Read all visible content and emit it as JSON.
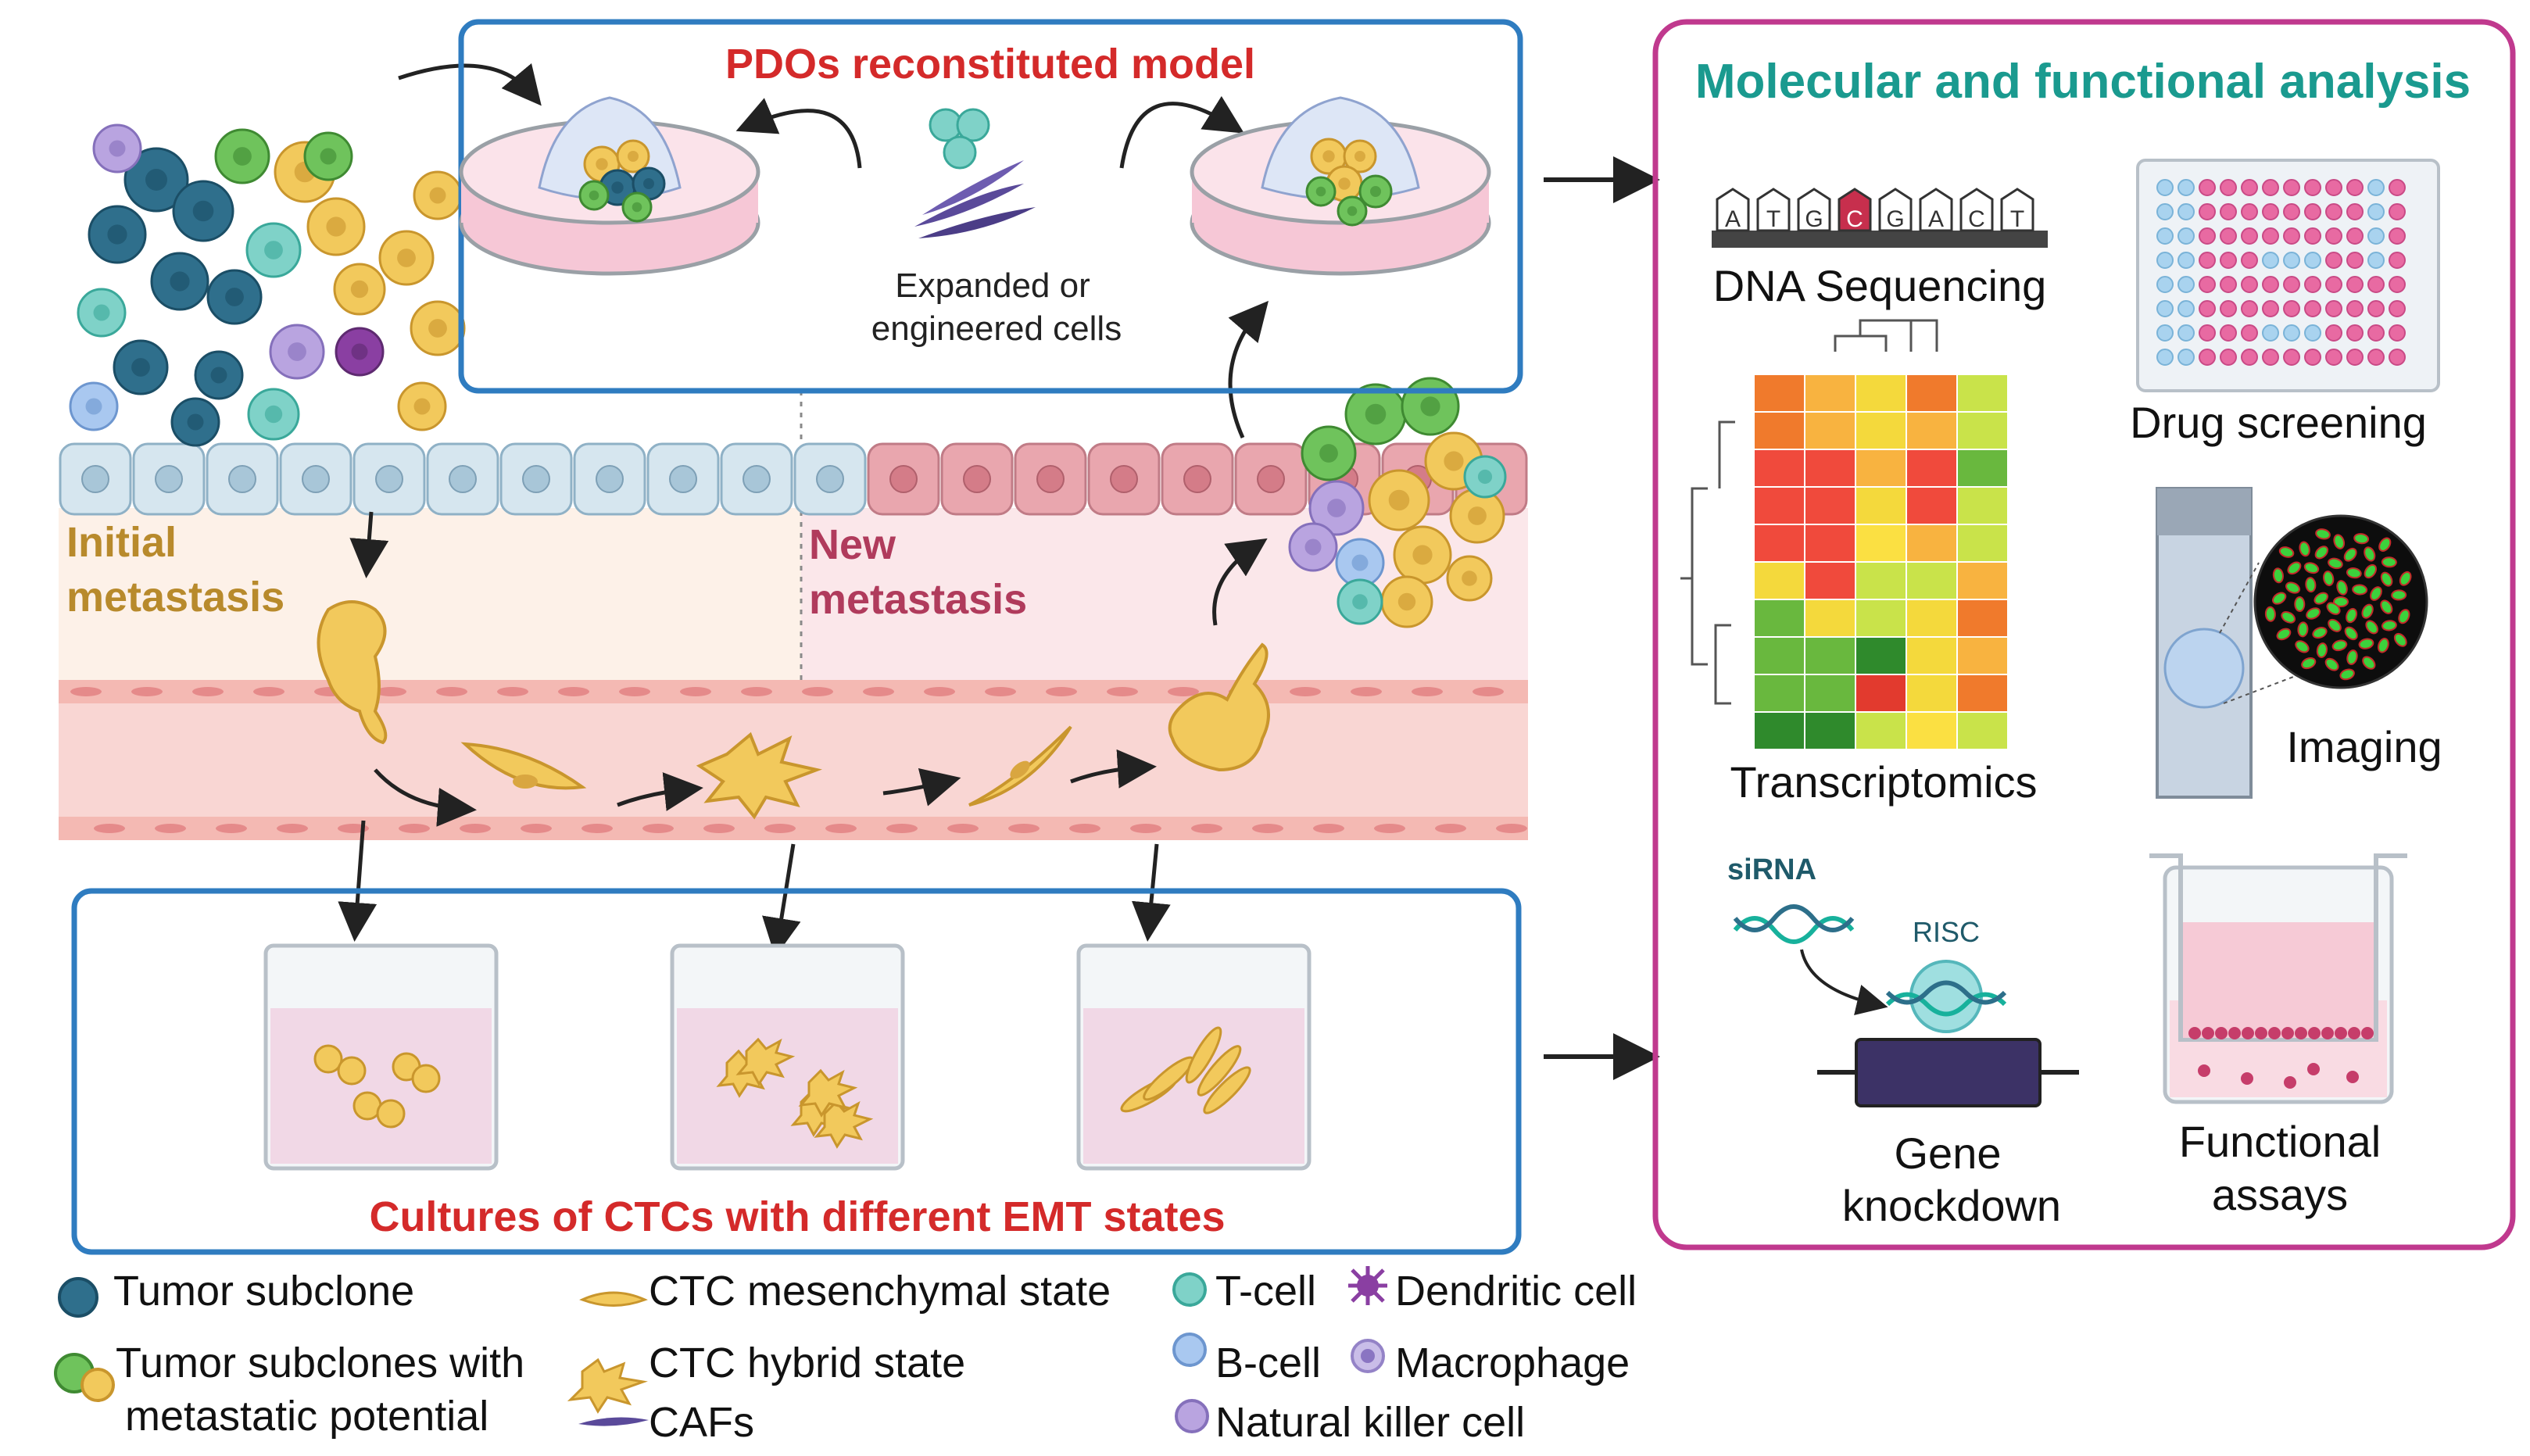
{
  "colors": {
    "blue_box": "#2f7cc0",
    "magenta_box": "#c0398e",
    "red_title": "#d42a2a",
    "teal_title": "#1a9a8f",
    "gold_label": "#b88a2c",
    "rose_label": "#b03b5c",
    "tumor_yellow": "#f2c95c",
    "tumor_blue": "#2f6f8c",
    "tumor_green": "#6fc35c",
    "caf_purple": "#5a4a9a"
  },
  "pdo": {
    "title": "PDOs reconstituted model",
    "cells_line1": "Expanded or",
    "cells_line2": "engineered cells"
  },
  "emt": {
    "initial_line1": "Initial",
    "initial_line2": "metastasis",
    "new_line1": "New",
    "new_line2": "metastasis",
    "cultures_title": "Cultures of  CTCs with different EMT states"
  },
  "analysis": {
    "title": "Molecular and functional analysis",
    "dna_letters": [
      "A",
      "T",
      "G",
      "C",
      "G",
      "A",
      "C",
      "T"
    ],
    "dna_label": "DNA Sequencing",
    "drug_label": "Drug screening",
    "transcriptomics_label": "Transcriptomics",
    "imaging_label": "Imaging",
    "sirna_label": "siRNA",
    "risc_label": "RISC",
    "knockdown_line1": "Gene",
    "knockdown_line2": "knockdown",
    "functional_line1": "Functional",
    "functional_line2": "assays"
  },
  "legend": {
    "tumor_subclone": "Tumor subclone",
    "tumor_metastatic_line1": "Tumor subclones with",
    "tumor_metastatic_line2": "metastatic potential",
    "ctc_mesenchymal": "CTC mesenchymal state",
    "ctc_hybrid": "CTC hybrid state",
    "cafs": "CAFs",
    "t_cell": "T-cell",
    "b_cell": "B-cell",
    "nk_cell": "Natural killer cell",
    "dendritic": "Dendritic cell",
    "macrophage": "Macrophage"
  }
}
